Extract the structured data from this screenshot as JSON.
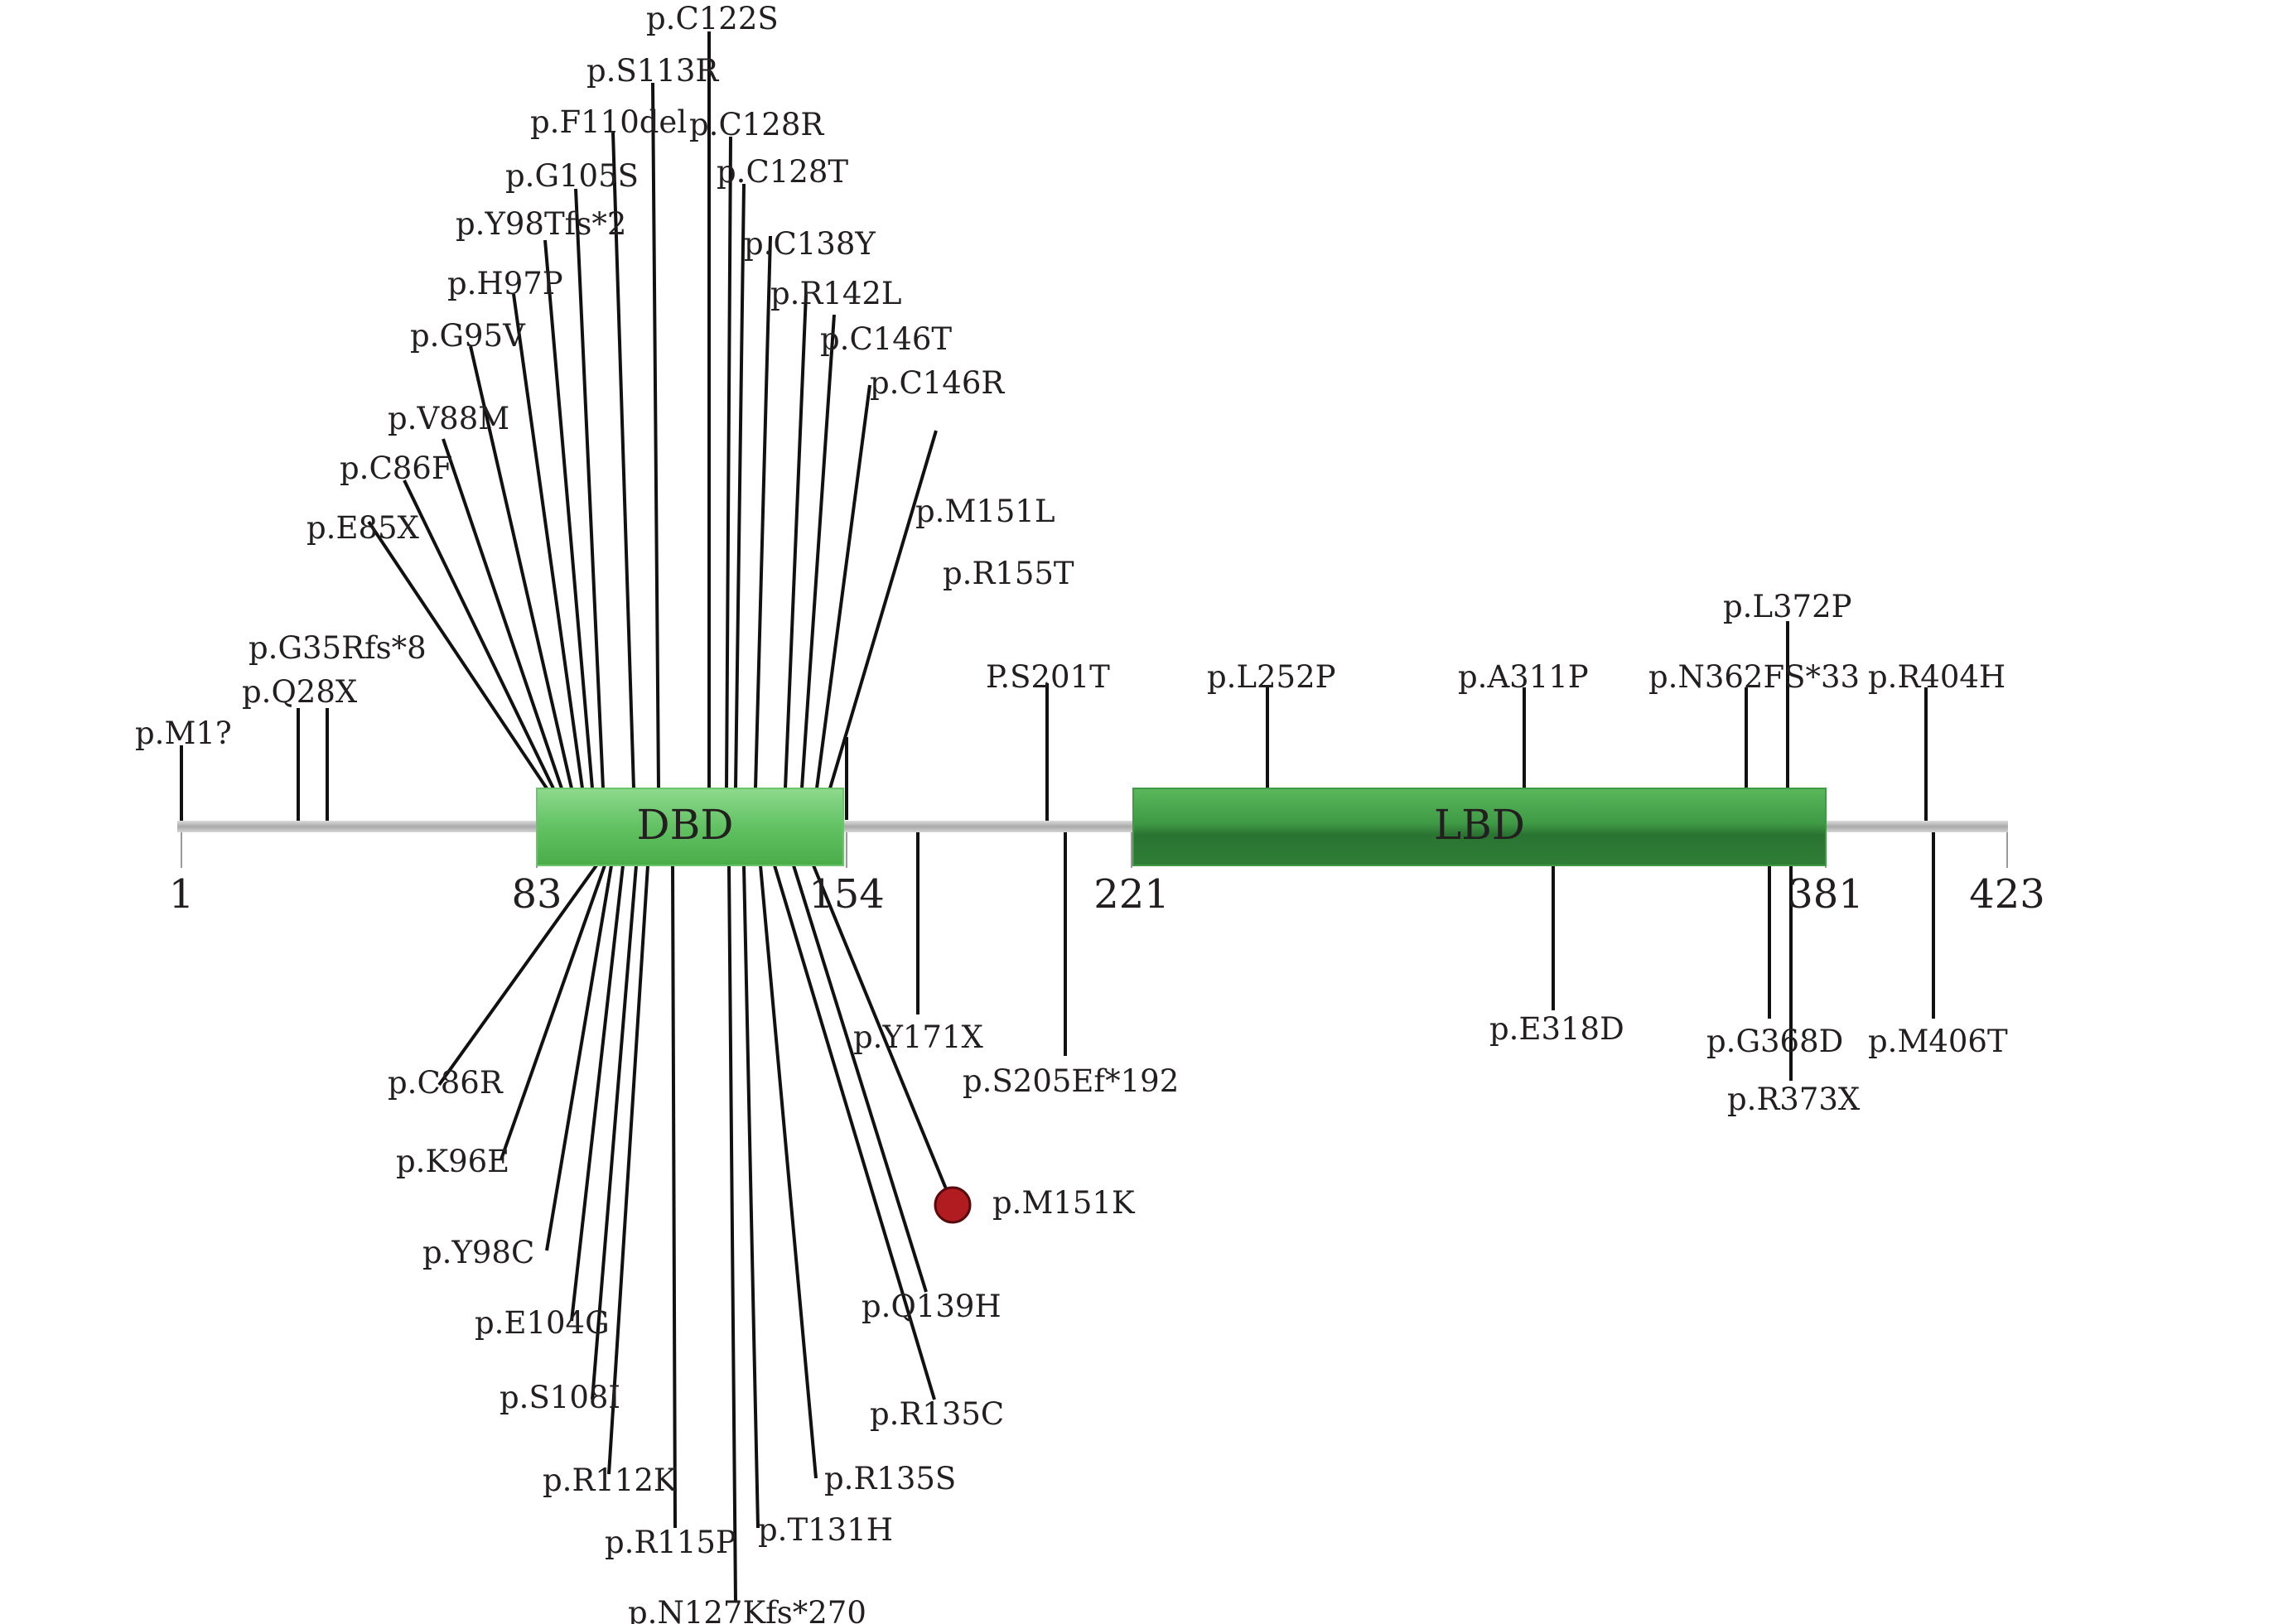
{
  "protein": {
    "length": 423,
    "domains": [
      {
        "name": "DBD",
        "start": 83,
        "end": 154
      },
      {
        "name": "LBD",
        "start": 221,
        "end": 381
      }
    ],
    "position_labels": [
      "1",
      "83",
      "154",
      "221",
      "381",
      "423"
    ]
  },
  "mutations_above": [
    {
      "label": "p.M1?",
      "pos": 1
    },
    {
      "label": "p.Q28X",
      "pos": 28
    },
    {
      "label": "p.G35Rfs*8",
      "pos": 35
    },
    {
      "label": "p.E85X",
      "pos": 85
    },
    {
      "label": "p.C86F",
      "pos": 86
    },
    {
      "label": "p.V88M",
      "pos": 88
    },
    {
      "label": "p.G95V",
      "pos": 95
    },
    {
      "label": "p.H97P",
      "pos": 97
    },
    {
      "label": "p.Y98Tfs*2",
      "pos": 98
    },
    {
      "label": "p.G105S",
      "pos": 105
    },
    {
      "label": "p.F110del",
      "pos": 110
    },
    {
      "label": "p.S113R",
      "pos": 113
    },
    {
      "label": "p.C122S",
      "pos": 122
    },
    {
      "label": "p.C128R",
      "pos": 128
    },
    {
      "label": "p.C128T",
      "pos": 128
    },
    {
      "label": "p.C138Y",
      "pos": 138
    },
    {
      "label": "p.R142L",
      "pos": 142
    },
    {
      "label": "p.C146T",
      "pos": 146
    },
    {
      "label": "p.C146R",
      "pos": 146
    },
    {
      "label": "p.M151L",
      "pos": 151
    },
    {
      "label": "p.R155T",
      "pos": 155
    },
    {
      "label": "P.S201T",
      "pos": 201
    },
    {
      "label": "p.L252P",
      "pos": 252
    },
    {
      "label": "p.A311P",
      "pos": 311
    },
    {
      "label": "p.N362FS*33",
      "pos": 362
    },
    {
      "label": "p.L372P",
      "pos": 372
    },
    {
      "label": "p.R404H",
      "pos": 404
    }
  ],
  "mutations_below": [
    {
      "label": "p.C86R",
      "pos": 86
    },
    {
      "label": "p.K96E",
      "pos": 96
    },
    {
      "label": "p.Y98C",
      "pos": 98
    },
    {
      "label": "p.E104G",
      "pos": 104
    },
    {
      "label": "p.S108I",
      "pos": 108
    },
    {
      "label": "p.R112K",
      "pos": 112
    },
    {
      "label": "p.R115P",
      "pos": 115
    },
    {
      "label": "p.N127Kfs*270",
      "pos": 127
    },
    {
      "label": "p.T131H",
      "pos": 131
    },
    {
      "label": "p.R135S",
      "pos": 135
    },
    {
      "label": "p.R135C",
      "pos": 135
    },
    {
      "label": "p.Q139H",
      "pos": 139
    },
    {
      "label": "p.M151K",
      "pos": 151,
      "highlight": true,
      "marker_color": "#b01c20"
    },
    {
      "label": "p.Y171X",
      "pos": 171
    },
    {
      "label": "p.S205Ef*192",
      "pos": 205
    },
    {
      "label": "p.E318D",
      "pos": 318
    },
    {
      "label": "p.G368D",
      "pos": 368
    },
    {
      "label": "p.R373X",
      "pos": 373
    },
    {
      "label": "p.M406T",
      "pos": 406
    }
  ],
  "colors": {
    "domain_light": "#7fd17f",
    "domain_mid": "#5cbd5c",
    "domain_dark": "#2c7a36",
    "backbone": "#b9b9b9",
    "marker": "#b01c20"
  }
}
